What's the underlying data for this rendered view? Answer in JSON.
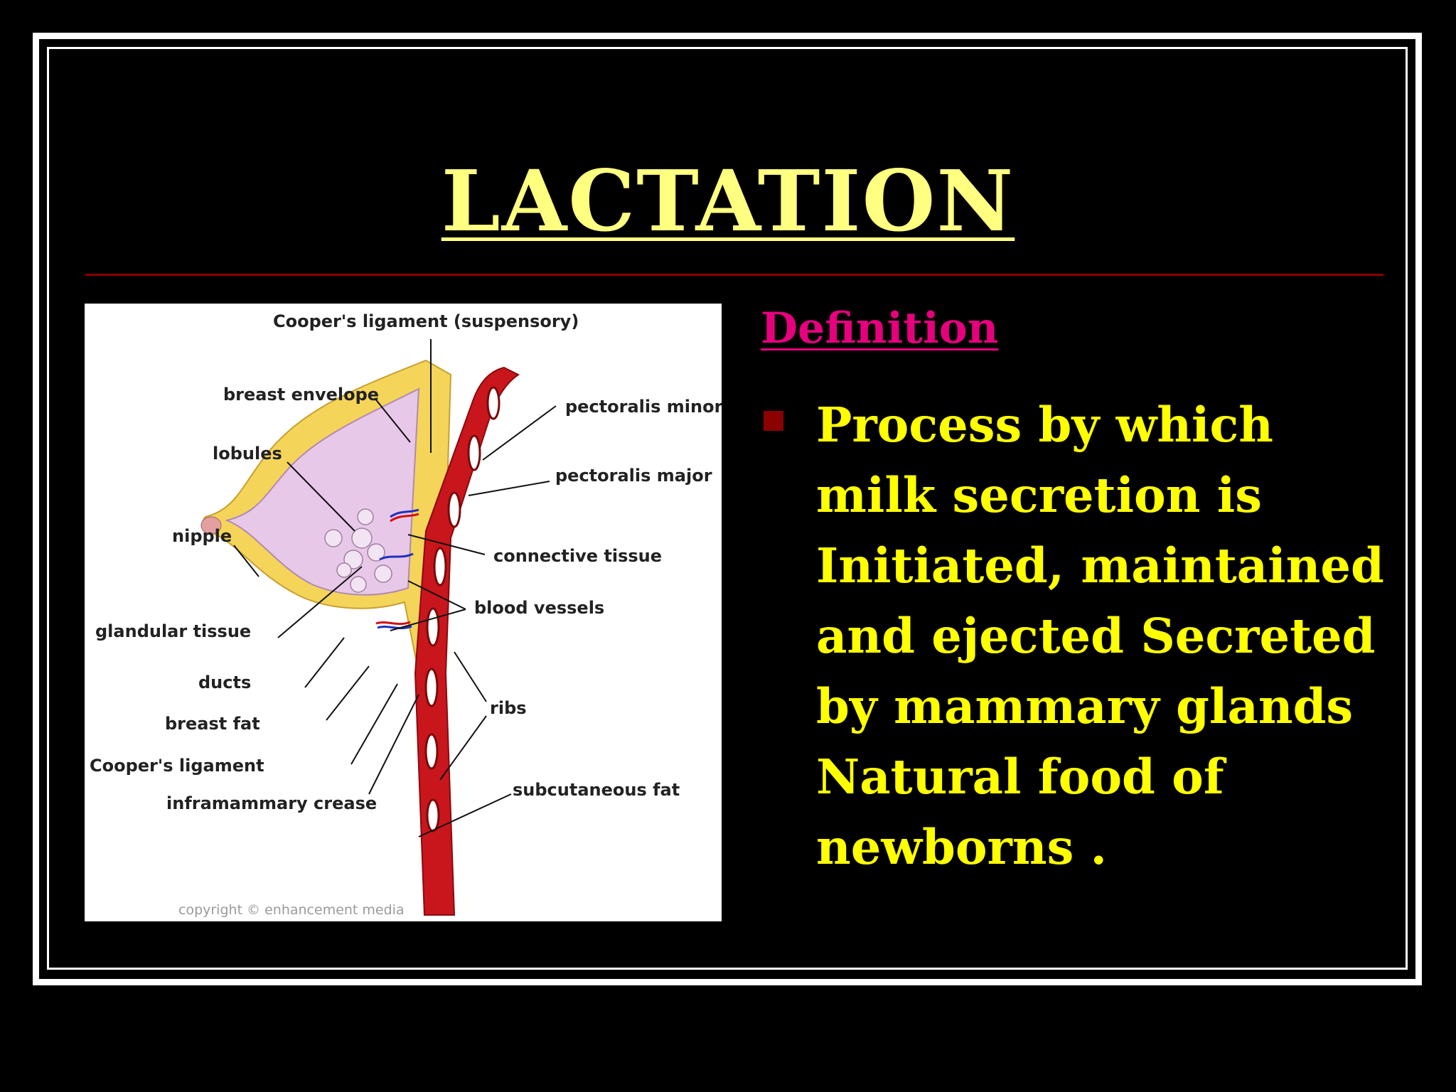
{
  "slide": {
    "title": "LACTATION",
    "definition_heading": "Definition ",
    "bullet_text": "    Process by which\nmilk secretion is\nInitiated, maintained\nand ejected Secreted\nby  mammary glands\nNatural food of\nnewborns ."
  },
  "diagram": {
    "labels": {
      "coopers_suspensory": "Cooper's ligament  (suspensory)",
      "breast_envelope": "breast envelope",
      "lobules": "lobules",
      "nipple": "nipple",
      "glandular_tissue": "glandular tissue",
      "ducts": "ducts",
      "breast_fat": "breast fat",
      "coopers_ligament": "Cooper's ligament",
      "inframammary_crease": "inframammary crease",
      "pectoralis_minor": "pectoralis minor",
      "pectoralis_major": "pectoralis major",
      "connective_tissue": "connective tissue",
      "blood_vessels": "blood vessels",
      "ribs": "ribs",
      "subcutaneous_fat": "subcutaneous fat",
      "copyright": "copyright © enhancement media"
    }
  },
  "colors": {
    "background": "#000000",
    "title": "#ffff80",
    "definition": "#e6007e",
    "bullet_text": "#ffff00",
    "rule": "#8b0000"
  }
}
